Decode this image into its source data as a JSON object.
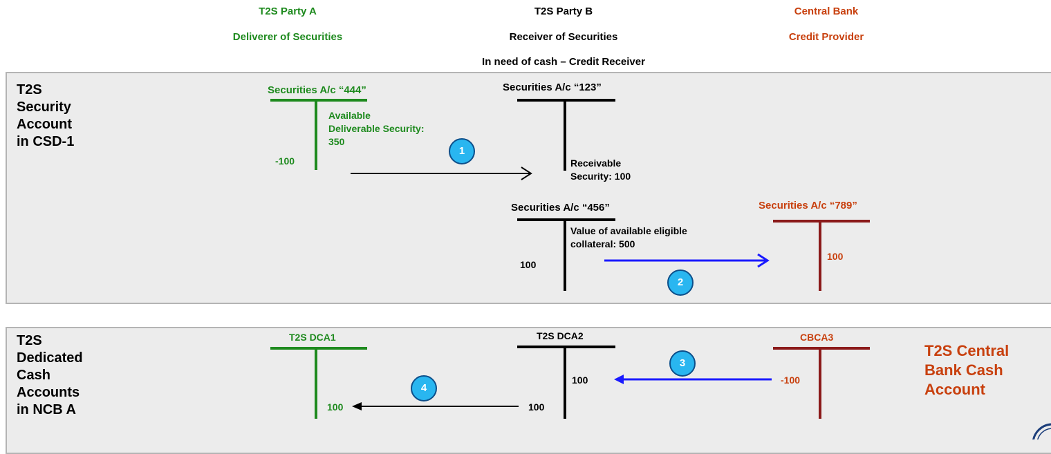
{
  "headers": {
    "party_a": {
      "name": "T2S Party A",
      "role": "Deliverer of Securities"
    },
    "party_b": {
      "name": "T2S Party B",
      "role": "Receiver of Securities",
      "note": "In need of cash – Credit Receiver"
    },
    "central_bank": {
      "name": "Central Bank",
      "role": "Credit Provider"
    }
  },
  "security_panel": {
    "title": [
      "T2S",
      "Security",
      "Account",
      "in CSD-1"
    ],
    "acc_444": {
      "title": "Securities A/c “444”",
      "note": [
        "Available",
        "Deliverable Security:",
        "350"
      ],
      "debit": "-100"
    },
    "acc_123": {
      "title": "Securities A/c “123”",
      "note": [
        "Receivable",
        "Security: 100"
      ]
    },
    "acc_456": {
      "title": "Securities A/c “456”",
      "note": [
        "Value of available eligible",
        "collateral: 500"
      ],
      "debit": "100"
    },
    "acc_789": {
      "title": "Securities A/c “789”",
      "credit": "100"
    }
  },
  "cash_panel": {
    "title": [
      "T2S",
      "Dedicated",
      "Cash",
      "Accounts",
      "in NCB A"
    ],
    "dca1": {
      "title": "T2S DCA1",
      "credit": "100"
    },
    "dca2": {
      "title": "T2S DCA2",
      "credit": "100",
      "debit": "100"
    },
    "cbca3": {
      "title": "CBCA3",
      "debit": "-100"
    },
    "side_label": [
      "T2S Central",
      "Bank Cash",
      "Account"
    ]
  },
  "steps": [
    "1",
    "2",
    "3",
    "4"
  ],
  "colors": {
    "green": "#1e8a1e",
    "black": "#000000",
    "red": "#c8400e",
    "maroon": "#8b1a1a",
    "blue": "#1a1aff",
    "badge": "#29b6f0",
    "panel": "#ececec"
  }
}
